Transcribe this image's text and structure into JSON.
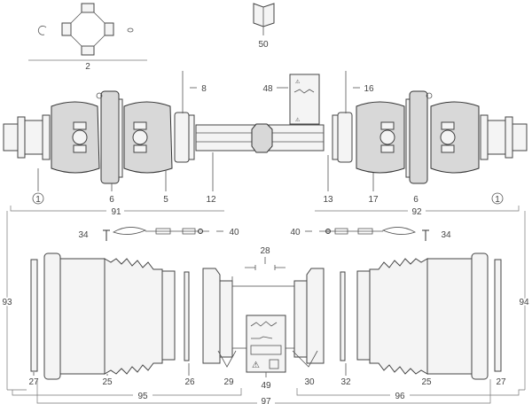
{
  "title": "PTO drive shaft exploded parts diagram",
  "labels": {
    "kit": "2",
    "manual": "50",
    "bearing_left": "8",
    "decal_top": "48",
    "bearing_right": "16",
    "end_left": "1",
    "disc_left": "6",
    "yoke_left": "5",
    "tube_outer": "12",
    "tube_inner": "13",
    "yoke_right": "17",
    "disc_right": "6",
    "end_right": "1",
    "dim_left_half": "91",
    "dim_right_half": "92",
    "screw_left": "34",
    "chain_left": "40",
    "chain_right": "40",
    "screw_right": "34",
    "bolts": "28",
    "guard_left_total": "93",
    "guard_right_total": "94",
    "ring_left": "27",
    "bellows_left": "25",
    "bearing_ring_left": "26",
    "cone_left": "29",
    "decal_bottom": "49",
    "cone_right": "30",
    "bearing_ring_right": "32",
    "bellows_right": "25",
    "ring_right": "27",
    "dim_guard_left": "95",
    "dim_guard_right": "96",
    "dim_guard_total": "97"
  }
}
